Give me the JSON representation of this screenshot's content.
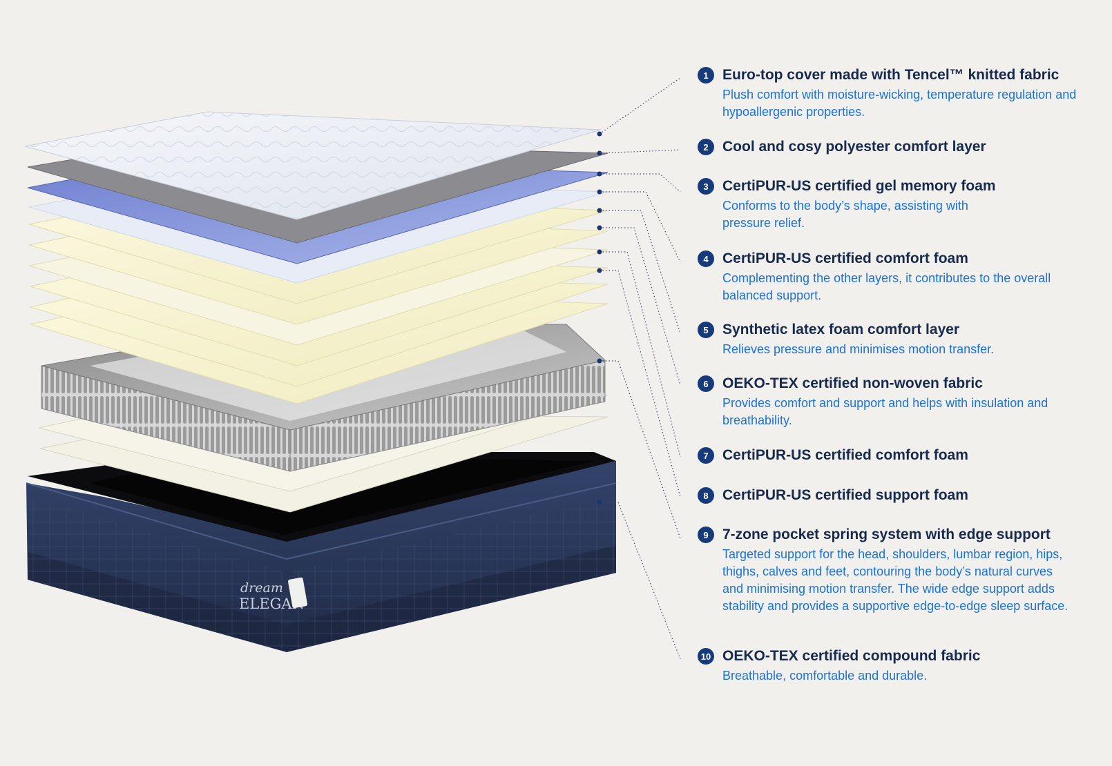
{
  "brand": {
    "line1": "dream",
    "line2": "ELEGAN"
  },
  "colors": {
    "background": "#f1f0ec",
    "title": "#17294d",
    "description": "#1b72d6",
    "badge": "#173a7a",
    "base_fabric": "#2a3858"
  },
  "layers": [
    {
      "num": "1",
      "title": "Euro-top cover made with Tencel™ knitted fabric",
      "desc": "Plush comfort with moisture-wicking, temperature regulation and hypoallergenic properties."
    },
    {
      "num": "2",
      "title": "Cool and cosy polyester comfort layer",
      "desc": ""
    },
    {
      "num": "3",
      "title": "CertiPUR-US certified gel memory foam",
      "desc": "Conforms to the body’s shape, assisting with pressure relief."
    },
    {
      "num": "4",
      "title": "CertiPUR-US certified comfort foam",
      "desc": "Complementing the other layers, it contributes to the overall balanced support."
    },
    {
      "num": "5",
      "title": "Synthetic latex foam comfort layer",
      "desc": "Relieves pressure and minimises motion transfer."
    },
    {
      "num": "6",
      "title": "OEKO-TEX certified non-woven fabric",
      "desc": "Provides comfort and support and helps with insulation and breathability."
    },
    {
      "num": "7",
      "title": "CertiPUR-US certified comfort foam",
      "desc": ""
    },
    {
      "num": "8",
      "title": "CertiPUR-US certified support foam",
      "desc": ""
    },
    {
      "num": "9",
      "title": "7-zone pocket spring system with edge support",
      "desc": "Targeted support for the head, shoulders, lumbar region, hips, thighs, calves and feet, contouring  the body’s natural curves and minimising motion transfer. The wide edge support adds stability and provides a supportive edge-to-edge sleep surface."
    },
    {
      "num": "10",
      "title": "OEKO-TEX certified compound fabric",
      "desc": "Breathable, comfortable and durable."
    }
  ]
}
